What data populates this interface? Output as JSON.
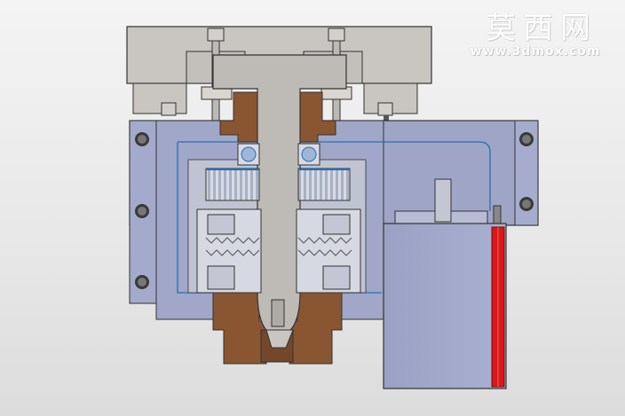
{
  "watermark": {
    "chinese_text": "莫西网",
    "url_text": "www.3dmox.com",
    "logo_icon": "3dmox-watermark-logo"
  },
  "model": {
    "icons": [
      "slide-plate-icon",
      "t-spindle-icon",
      "housing-icon",
      "bearing-icon",
      "pulley-icon",
      "spring-icon",
      "motor-icon",
      "bolt-icon"
    ],
    "colors": {
      "background": "#ececec",
      "steel_light": "#c9c6c1",
      "housing_blue": "#9ea5c7",
      "bronze": "#8a5632",
      "motor_stripe": "#d81818",
      "coolant_line": "#2a6fb0",
      "outline": "#333333"
    }
  }
}
